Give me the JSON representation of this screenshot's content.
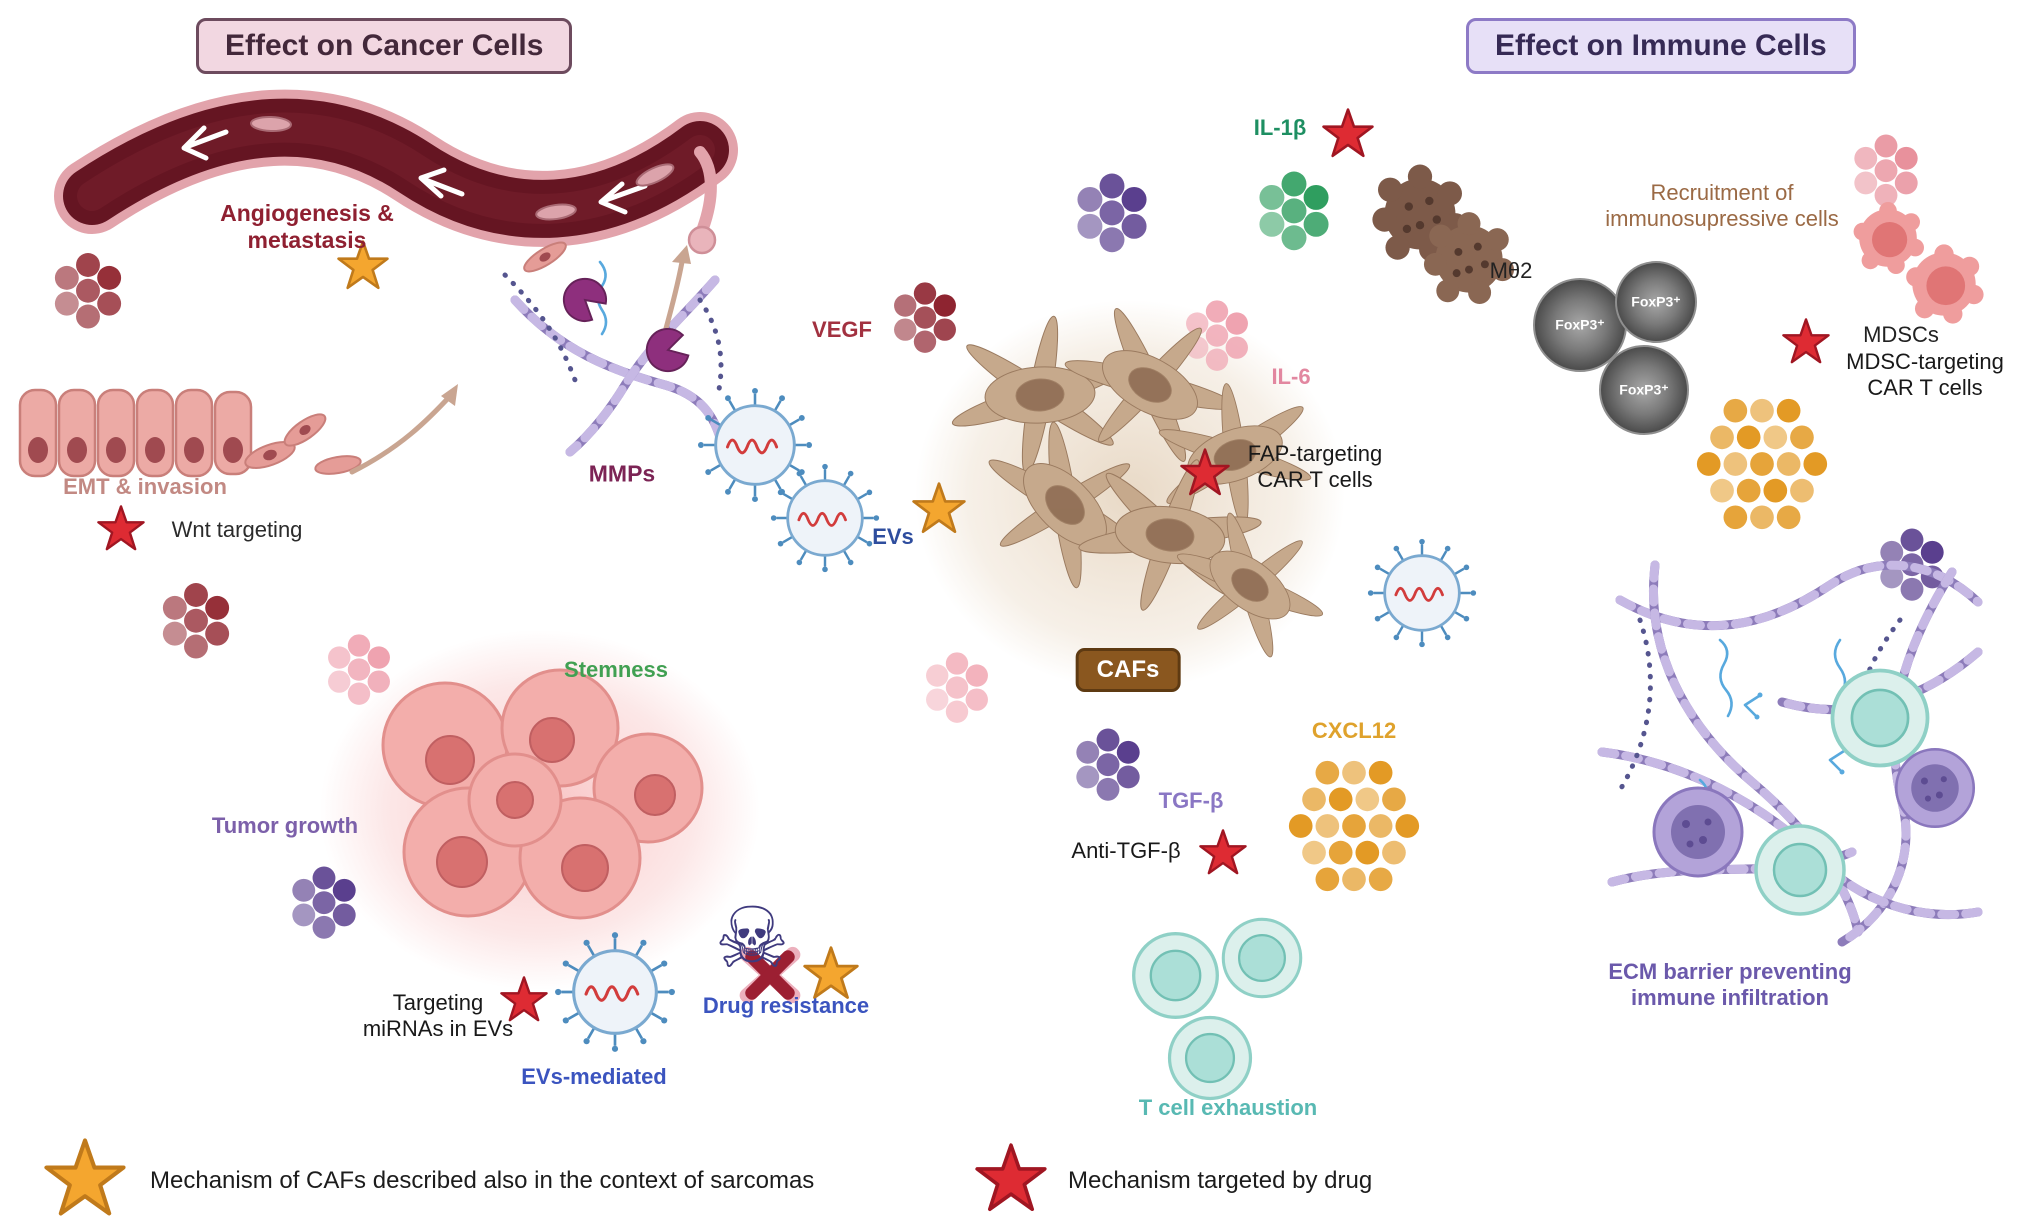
{
  "headers": {
    "cancer": "Effect on Cancer Cells",
    "immune": "Effect on Immune Cells"
  },
  "cancer": {
    "angiogenesis": "Angiogenesis & metastasis",
    "emt": "EMT & invasion",
    "mmps": "MMPs",
    "wnt": "Wnt targeting",
    "stemness": "Stemness",
    "tumor_growth": "Tumor growth",
    "targeting_mirnas": "Targeting miRNAs in EVs",
    "evs_mediated": "EVs-mediated",
    "drug_resistance": "Drug resistance"
  },
  "center": {
    "vegf": "VEGF",
    "evs": "EVs",
    "cafs": "CAFs",
    "fap": "FAP-targeting CAR T cells",
    "il1b": "IL-1β",
    "il6": "IL-6",
    "m2": "Mθ2",
    "tgfb": "TGF-β",
    "anti_tgfb": "Anti-TGF-β",
    "cxcl12": "CXCL12",
    "t_exhaustion": "T cell exhaustion"
  },
  "immune": {
    "recruitment": "Recruitment of immunosupressive cells",
    "foxp3": "FoxP3⁺",
    "mdscs": "MDSCs",
    "mdsc_targeting": "MDSC-targeting CAR T cells",
    "ecm": "ECM barrier preventing immune infiltration"
  },
  "legend": {
    "yellow": "Mechanism of CAFs described also in the context of sarcomas",
    "red": "Mechanism targeted by drug"
  },
  "icons": {
    "skull": "☠"
  },
  "colors": {
    "yellow_star": "#f4a62f",
    "red_star": "#de2b33",
    "vegf_dots": "#8e2430",
    "dark_red_dots": "#963039",
    "pink_dots": "#efa3b0",
    "il1b_dots": "#2f9e5f",
    "tgfb_dots": "#5a3f8e",
    "cxcl12_dots": "#e39a25",
    "caf_body": "#c6a98c",
    "cafs_box": "#8a571f",
    "vessel": "#651522"
  }
}
